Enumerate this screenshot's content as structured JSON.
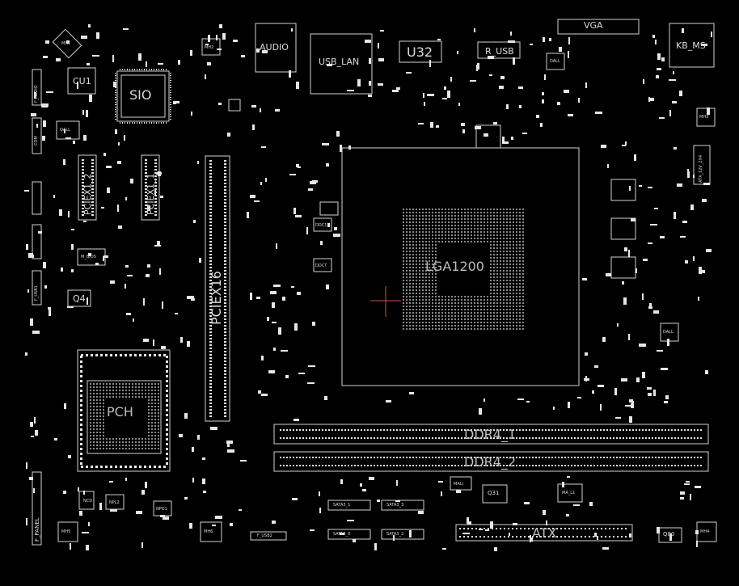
{
  "labels": {
    "sio": "SIO",
    "cu1": "CU1",
    "audio": "AUDIO",
    "usb_lan": "USB_LAN",
    "u32": "U32",
    "r_usb": "R_USB",
    "vga": "VGA",
    "kb_ms": "KB_MS",
    "pciex16": "PCIEX16",
    "pciex1_2": "PCIEX1_2",
    "pciex1_1": "PCIEX1_1",
    "lga1200": "LGA1200",
    "pch": "PCH",
    "ddr4_1": "DDR4_1",
    "ddr4_2": "DDR4_2",
    "atx": "ATX",
    "q4": "Q4",
    "q31": "Q31",
    "q80": "Q80",
    "f_panel": "F_PANEL",
    "f_usb2": "F_USB2",
    "sata3_1": "SATA3_1",
    "sata3_3": "SATA3_3",
    "sata3_0": "SATA3_0",
    "sata3_2": "SATA3_2",
    "f_audio": "F_AUDIO",
    "com": "COM",
    "m_bios": "M_BIOS",
    "f_usb1": "F_USB1",
    "atx_12v": "ATX_12V_2X4",
    "mh1": "MH1",
    "mh2": "MH2",
    "mh3": "MH3",
    "mh4": "MH4",
    "mh5": "MH5",
    "mh6": "MH6",
    "qall": "QALL",
    "dall": "DALL",
    "ddc1": "DDC1",
    "ddct": "DDCT",
    "ncd": "NCD",
    "npl2": "NPL2",
    "npd1": "NPD1",
    "ma_l1": "MA_L1",
    "mali": "MALI"
  },
  "colors": {
    "background": "#000000",
    "outline": "#d2d2d2",
    "pad": "#e6e6e6",
    "dim": "#8a8a8a",
    "crosshair": "#c85050"
  }
}
